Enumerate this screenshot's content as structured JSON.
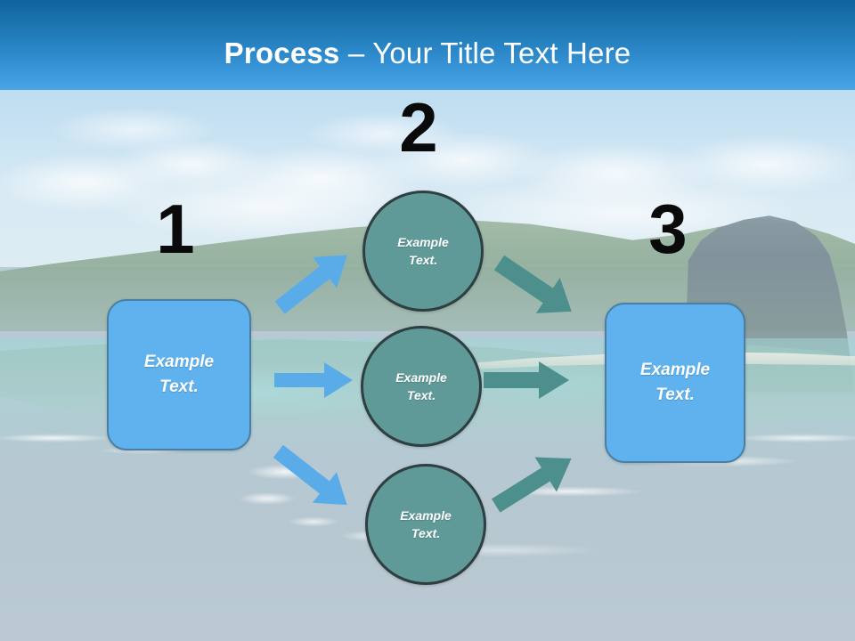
{
  "slide": {
    "title": {
      "bold_part": "Process",
      "separator": " – ",
      "light_part": "Your Title Text Here",
      "full": "Process – Your Title Text Here"
    },
    "background": {
      "description": "aerial-coastal-landscape-photo",
      "sky_color": "#a7d2ec",
      "water_color": "#b3c6d1",
      "lagoon_color": "#98d5d4",
      "mountain_color": "#7e8e98"
    },
    "theme": {
      "header_gradient_top": "#0f639f",
      "header_gradient_bottom": "#4aa4e6",
      "box_fill": "#5fb2ee",
      "box_border": "#4a7ea4",
      "circle_fill": "#5f9a99",
      "circle_border": "#2f3e40",
      "blue_arrow": "#5aace8",
      "teal_arrow": "#4d8f8c",
      "number_color": "#0a0a0a",
      "label_color": "#ffffff"
    }
  },
  "steps": [
    {
      "number": "1",
      "label": "Example\nText.",
      "shape": "rounded-rectangle",
      "position": "left"
    },
    {
      "number": "2",
      "label": "Example\nText.",
      "shape": "circle",
      "position": "center"
    },
    {
      "number": "3",
      "label": "Example\nText.",
      "shape": "rounded-rectangle",
      "position": "right"
    }
  ],
  "boxes": {
    "start": {
      "line1": "Example",
      "line2": "Text."
    },
    "end": {
      "line1": "Example",
      "line2": "Text."
    }
  },
  "circles": [
    {
      "line1": "Example",
      "line2": "Text.",
      "branch": "top"
    },
    {
      "line1": "Example",
      "line2": "Text.",
      "branch": "middle"
    },
    {
      "line1": "Example",
      "line2": "Text.",
      "branch": "bottom"
    }
  ],
  "arrows": [
    {
      "name": "start-to-top-circle",
      "color": "#5aace8",
      "direction": "up-right"
    },
    {
      "name": "start-to-mid-circle",
      "color": "#5aace8",
      "direction": "right"
    },
    {
      "name": "start-to-bottom-circle",
      "color": "#5aace8",
      "direction": "down-right"
    },
    {
      "name": "top-circle-to-end",
      "color": "#4d8f8c",
      "direction": "down-right"
    },
    {
      "name": "mid-circle-to-end",
      "color": "#4d8f8c",
      "direction": "right"
    },
    {
      "name": "bottom-circle-to-end",
      "color": "#4d8f8c",
      "direction": "up-right"
    }
  ]
}
